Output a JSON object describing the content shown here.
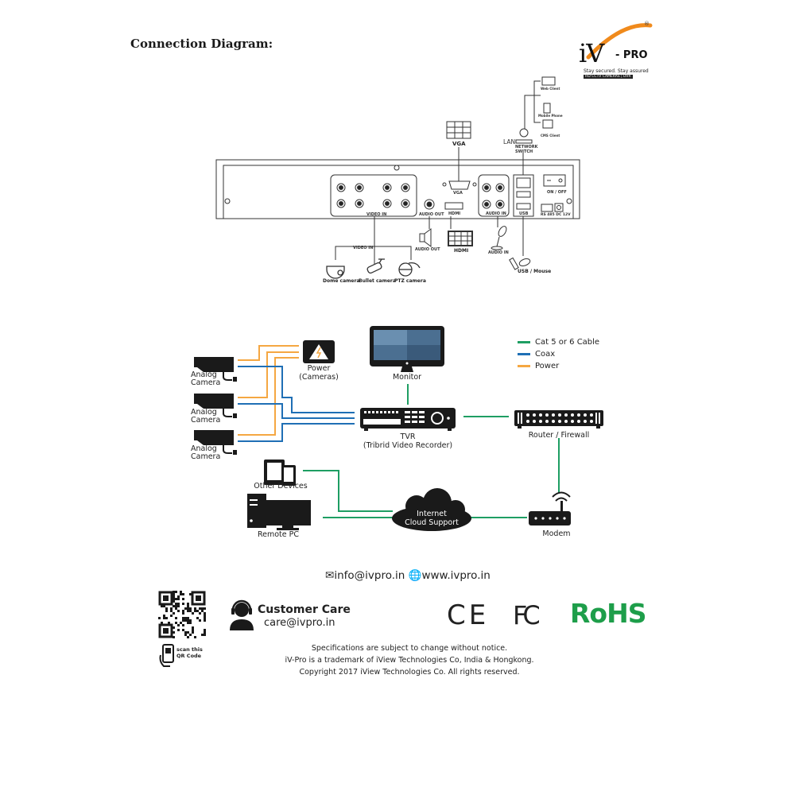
{
  "page": {
    "title": "Connection Diagram:"
  },
  "logo": {
    "brand_main": "iV",
    "brand_suffix": "- PRO",
    "registered_mark": "®",
    "tagline": "Stay secured. Stay assured",
    "subtag": "HD CCTV CAMERAS | DVR",
    "accent_color": "#f08a1c"
  },
  "rear_panel": {
    "ports": {
      "video_in": "VIDEO IN",
      "audio_out": "AUDIO OUT",
      "vga": "VGA",
      "hdmi": "HDMI",
      "audio_in": "AUDIO IN",
      "usb": "USB",
      "power_switch": "ON / OFF",
      "rs485_dc": "RS 485 DC 12V"
    },
    "peripherals": {
      "vga_monitor": "VGA",
      "lan_label": "LAN",
      "network_switch": "NETWORK SWITCH",
      "web_client": "Web Client",
      "mobile_phone": "Mobile Phone",
      "cms_client": "CMS Client",
      "audio_out_speaker": "AUDIO OUT",
      "hdmi_monitor": "HDMI",
      "audio_in_mic": "AUDIO IN",
      "usb_mouse": "USB / Mouse",
      "video_in_group": "VIDEO IN",
      "cameras": [
        "Dome camera",
        "Bullet camera",
        "PTZ camera"
      ]
    }
  },
  "network_diagram": {
    "legend": [
      {
        "label": "Cat 5 or 6 Cable",
        "color": "#1e9e63"
      },
      {
        "label": "Coax",
        "color": "#1f6fb5"
      },
      {
        "label": "Power",
        "color": "#f5a742"
      }
    ],
    "nodes": {
      "analog_cameras": [
        "Analog Camera",
        "Analog Camera",
        "Analog Camera"
      ],
      "power": [
        "Power",
        "(Cameras)"
      ],
      "monitor": "Monitor",
      "tvr": [
        "TVR",
        "(Tribrid Video Recorder)"
      ],
      "router": "Router / Firewall",
      "other_devices": "Other Devices",
      "remote_pc": "Remote PC",
      "cloud": [
        "Internet",
        "Cloud Support"
      ],
      "modem": "Modem"
    }
  },
  "footer": {
    "email": "info@ivpro.in",
    "website": "www.ivpro.in",
    "customer_care_title": "Customer Care",
    "customer_care_email": "care@ivpro.in",
    "qr_caption": [
      "scan this",
      "QR Code"
    ],
    "certifications": {
      "ce": "CE",
      "fcc": "FC",
      "rohs": "RoHS"
    },
    "rohs_color": "#1e9e4a",
    "disclaimer": [
      "Specifications are subject to change without notice.",
      "iV-Pro is a trademark of iView Technologies Co, India & Hongkong.",
      "Copyright 2017 iView Technologies Co. All rights reserved."
    ]
  }
}
